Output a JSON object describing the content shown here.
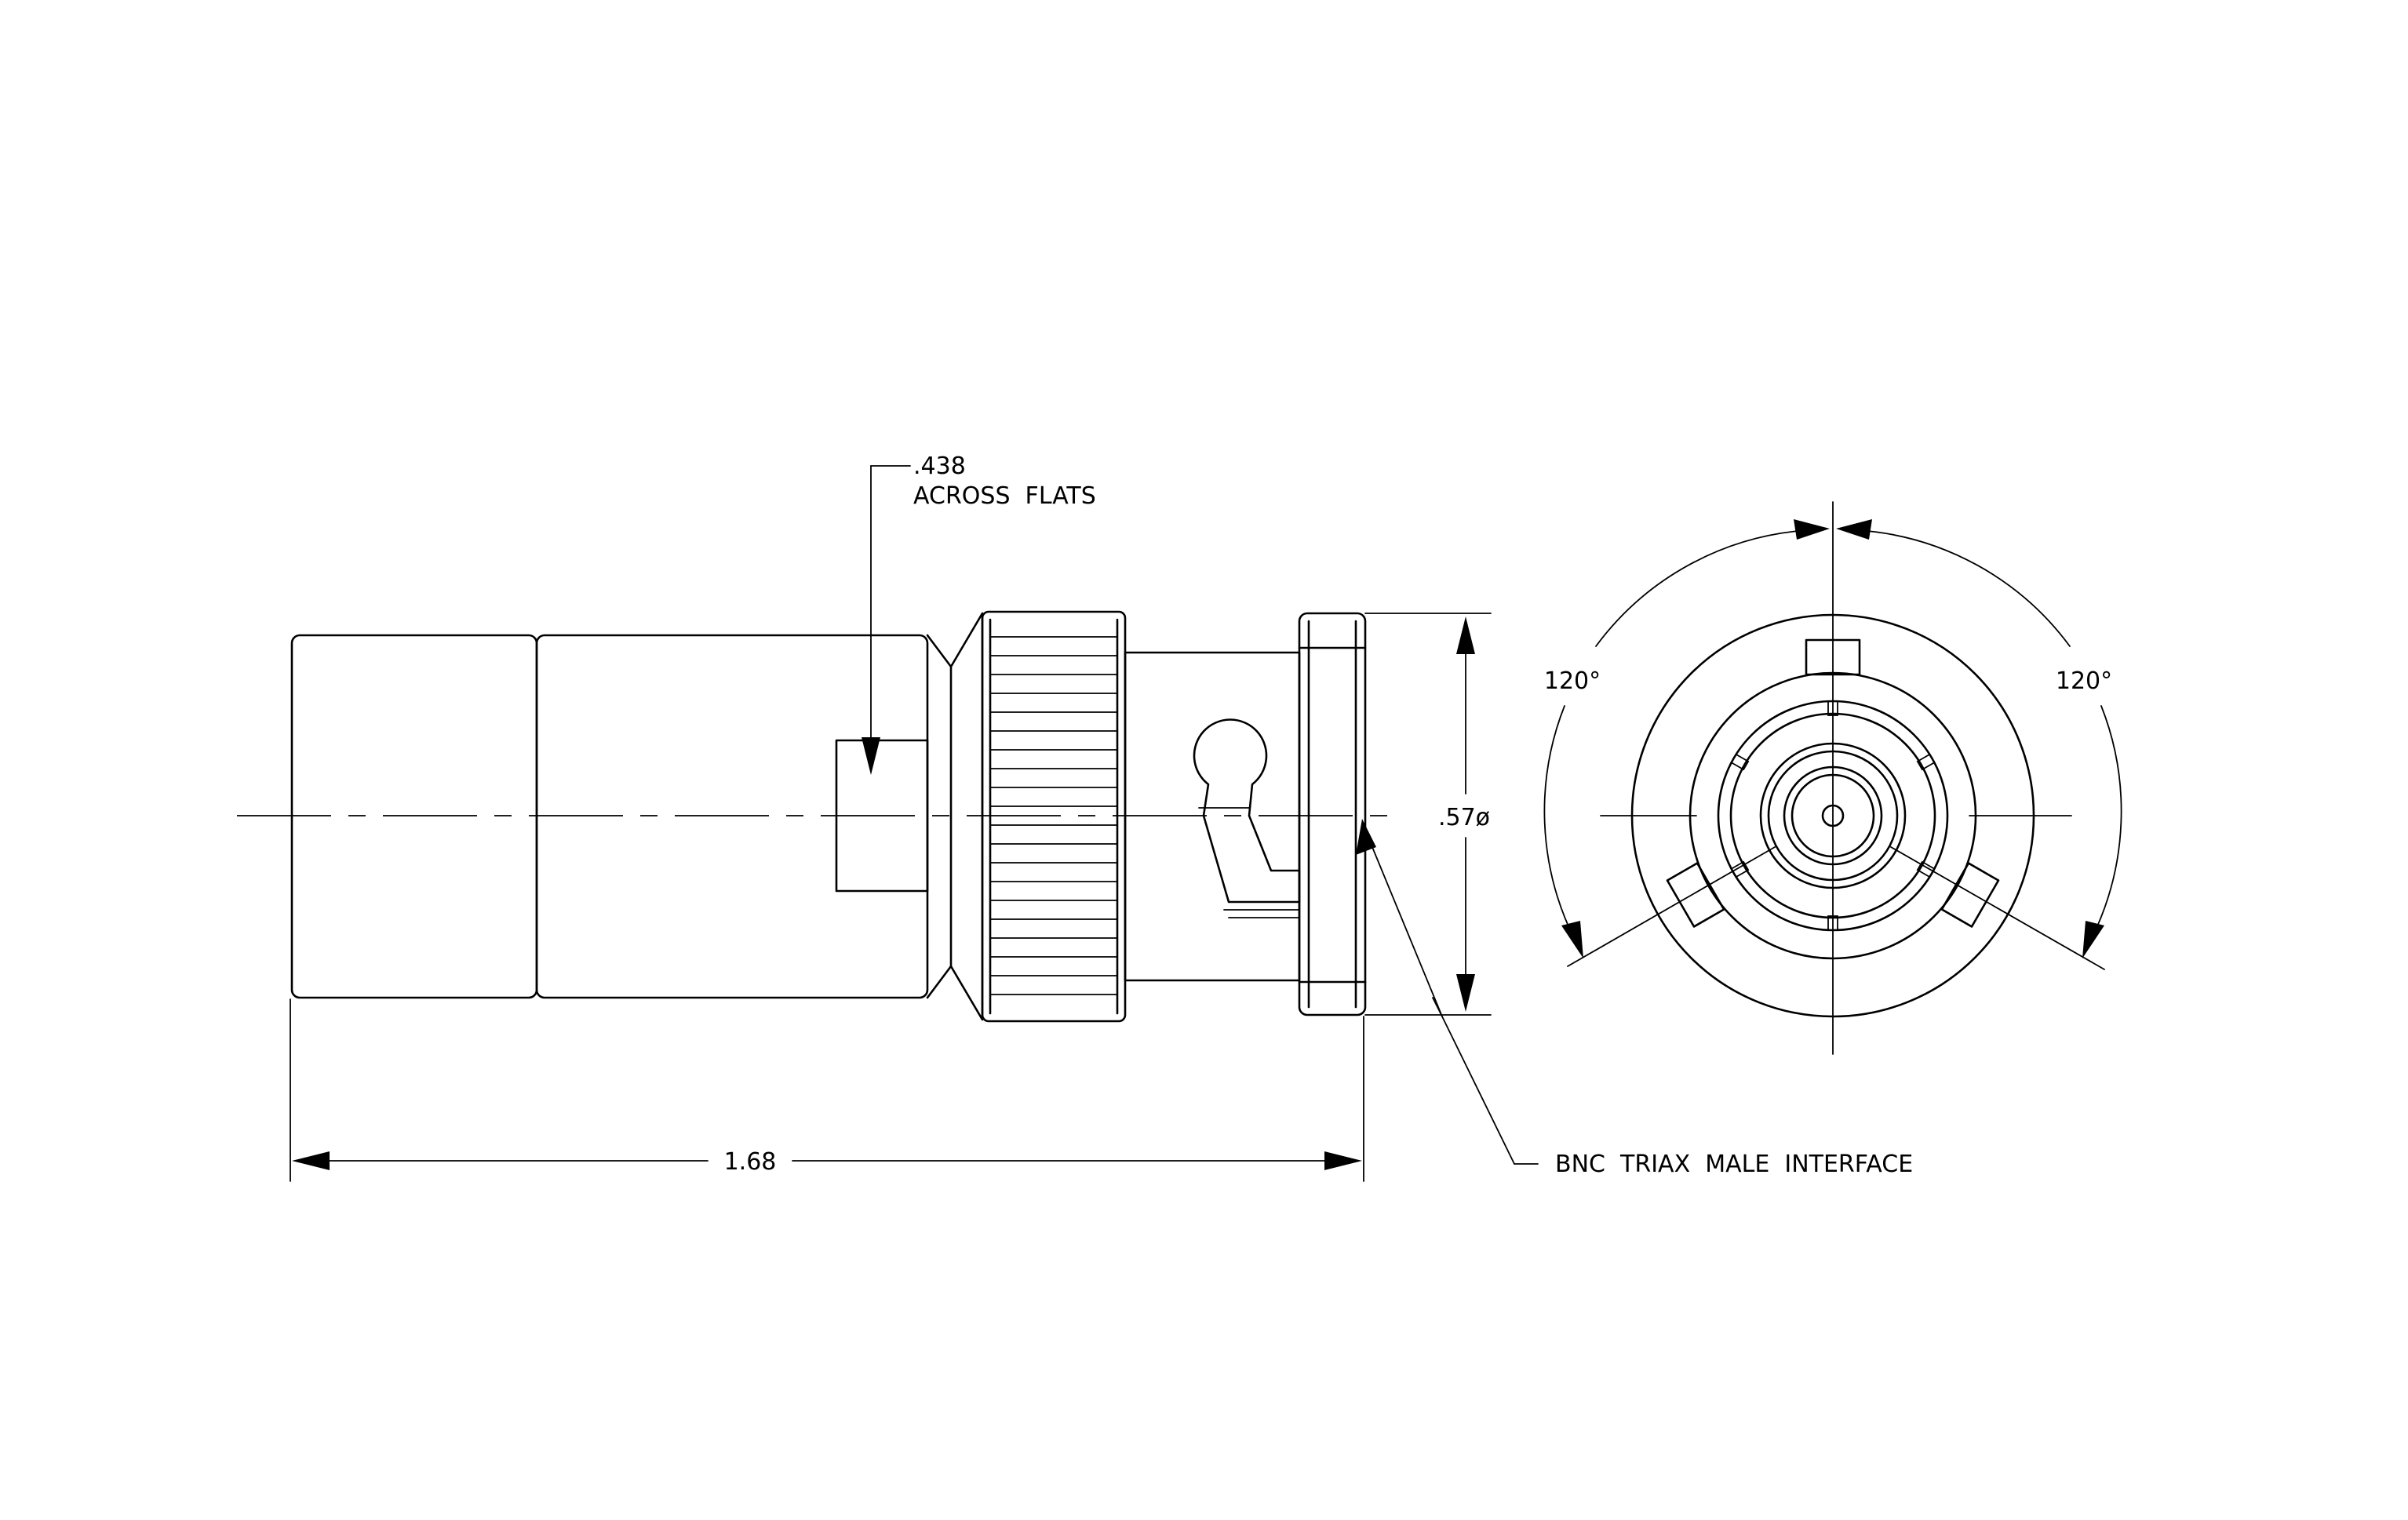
{
  "annotations": {
    "across_flats_value": ".438",
    "across_flats_label": "ACROSS  FLATS",
    "diameter": ".57ø",
    "length": "1.68",
    "angle_left": "120°",
    "angle_right": "120°",
    "interface_note": "BNC  TRIAX  MALE  INTERFACE"
  },
  "colors": {
    "line": "#000000",
    "background": "#ffffff"
  }
}
